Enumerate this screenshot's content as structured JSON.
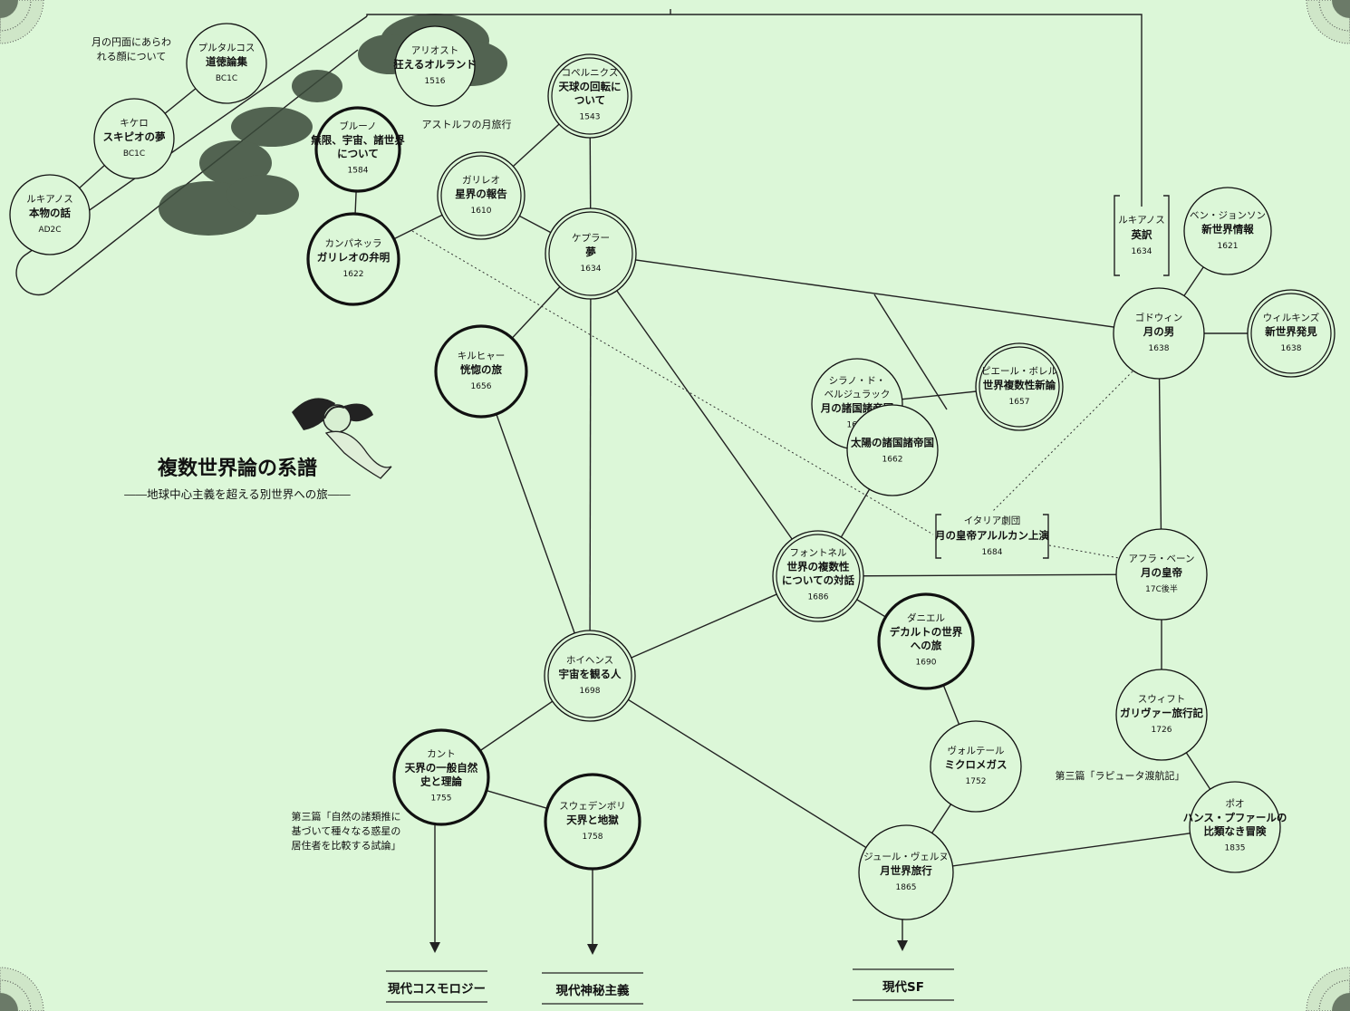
{
  "title": "複数世界論の系譜",
  "subtitle": "――地球中心主義を超える別世界への旅――",
  "colors": {
    "background": "#dcf7d8",
    "ink": "#111111"
  },
  "nodes": [
    {
      "id": "lucian",
      "author": "ルキアノス",
      "work": [
        "本物の話"
      ],
      "year": "AD2C",
      "style": "single"
    },
    {
      "id": "cicero",
      "author": "キケロ",
      "work": [
        "スキピオの夢"
      ],
      "year": "BC1C",
      "style": "single"
    },
    {
      "id": "plutarch",
      "author": "プルタルコス",
      "work": [
        "道徳論集"
      ],
      "year": "BC1C",
      "style": "single"
    },
    {
      "id": "bruno",
      "author": "ブルーノ",
      "work": [
        "無限、宇宙、諸世界",
        "について"
      ],
      "year": "1584",
      "style": "bold"
    },
    {
      "id": "ariosto",
      "author": "アリオスト",
      "work": [
        "狂えるオルランド"
      ],
      "year": "1516",
      "style": "single"
    },
    {
      "id": "copernicus",
      "author": "コペルニクス",
      "work": [
        "天球の回転に",
        "ついて"
      ],
      "year": "1543",
      "style": "double"
    },
    {
      "id": "galileo",
      "author": "ガリレオ",
      "work": [
        "星界の報告"
      ],
      "year": "1610",
      "style": "double"
    },
    {
      "id": "campanella",
      "author": "カンパネッラ",
      "work": [
        "ガリレオの弁明"
      ],
      "year": "1622",
      "style": "bold"
    },
    {
      "id": "kepler",
      "author": "ケプラー",
      "work": [
        "夢"
      ],
      "year": "1634",
      "style": "double"
    },
    {
      "id": "kircher",
      "author": "キルヒャー",
      "work": [
        "恍惚の旅"
      ],
      "year": "1656",
      "style": "bold"
    },
    {
      "id": "cyrano1",
      "author": "シラノ・ド・\nベルジュラック",
      "work": [
        "月の諸国諸帝国"
      ],
      "year": "1657",
      "style": "single"
    },
    {
      "id": "cyrano2",
      "author": "",
      "work": [
        "太陽の諸国諸帝国"
      ],
      "year": "1662",
      "style": "single"
    },
    {
      "id": "borel",
      "author": "ピエール・ボレル",
      "work": [
        "世界複数性新論"
      ],
      "year": "1657",
      "style": "double"
    },
    {
      "id": "jonson",
      "author": "ベン・ジョンソン",
      "work": [
        "新世界情報"
      ],
      "year": "1621",
      "style": "single"
    },
    {
      "id": "godwin",
      "author": "ゴドウィン",
      "work": [
        "月の男"
      ],
      "year": "1638",
      "style": "single"
    },
    {
      "id": "wilkins",
      "author": "ウィルキンズ",
      "work": [
        "新世界発見"
      ],
      "year": "1638",
      "style": "double"
    },
    {
      "id": "fontenelle",
      "author": "フォントネル",
      "work": [
        "世界の複数性",
        "についての対話"
      ],
      "year": "1686",
      "style": "double"
    },
    {
      "id": "behn",
      "author": "アフラ・ベーン",
      "work": [
        "月の皇帝"
      ],
      "year": "17C後半",
      "style": "single"
    },
    {
      "id": "daniel",
      "author": "ダニエル",
      "work": [
        "デカルトの世界",
        "への旅"
      ],
      "year": "1690",
      "style": "bold"
    },
    {
      "id": "huygens",
      "author": "ホイヘンス",
      "work": [
        "宇宙を観る人"
      ],
      "year": "1698",
      "style": "double"
    },
    {
      "id": "swift",
      "author": "スウィフト",
      "work": [
        "ガリヴァー旅行記"
      ],
      "year": "1726",
      "style": "single"
    },
    {
      "id": "voltaire",
      "author": "ヴォルテール",
      "work": [
        "ミクロメガス"
      ],
      "year": "1752",
      "style": "single"
    },
    {
      "id": "kant",
      "author": "カント",
      "work": [
        "天界の一般自然",
        "史と理論"
      ],
      "year": "1755",
      "style": "bold"
    },
    {
      "id": "swedenborg",
      "author": "スウェデンボリ",
      "work": [
        "天界と地獄"
      ],
      "year": "1758",
      "style": "bold"
    },
    {
      "id": "poe",
      "author": "ポオ",
      "work": [
        "ハンス・プファールの",
        "比類なき冒険"
      ],
      "year": "1835",
      "style": "single"
    },
    {
      "id": "verne",
      "author": "ジュール・ヴェルヌ",
      "work": [
        "月世界旅行"
      ],
      "year": "1865",
      "style": "single"
    }
  ],
  "brackets": [
    {
      "id": "lucian-eng",
      "author": "ルキアノス",
      "work": "英訳",
      "year": "1634"
    },
    {
      "id": "italian",
      "author": "イタリア劇団",
      "work": "月の皇帝アルルカン上演",
      "year": "1684"
    }
  ],
  "annotations": [
    {
      "id": "plutarch-note",
      "lines": [
        "月の円面にあらわ",
        "れる顔について"
      ]
    },
    {
      "id": "ariosto-note",
      "lines": [
        "アストルフの月旅行"
      ]
    },
    {
      "id": "kant-note",
      "lines": [
        "第三篇「自然の諸類推に",
        "基づいて種々なる惑星の",
        "居住者を比較する試論」"
      ]
    },
    {
      "id": "swift-note",
      "lines": [
        "第三篇「ラピュータ渡航記」"
      ]
    }
  ],
  "terminals": [
    {
      "id": "cosmology",
      "label": "現代コスモロジー"
    },
    {
      "id": "mysticism",
      "label": "現代神秘主義"
    },
    {
      "id": "sf",
      "label": "現代SF"
    }
  ]
}
